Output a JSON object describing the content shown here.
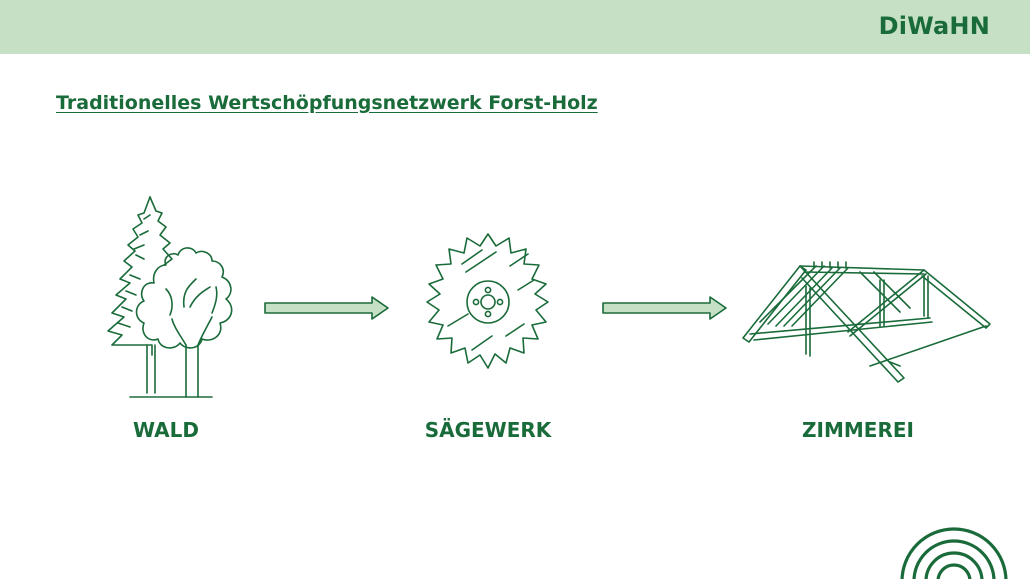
{
  "header": {
    "brand": "DiWaHN"
  },
  "page": {
    "title": "Traditionelles Wertschöpfungsnetzwerk Forst-Holz"
  },
  "diagram": {
    "steps": [
      {
        "label": "WALD",
        "icon": "forest-icon"
      },
      {
        "label": "SÄGEWERK",
        "icon": "saw-blade-icon"
      },
      {
        "label": "ZIMMEREI",
        "icon": "roof-truss-icon"
      }
    ],
    "connectors": [
      "arrow-right-icon",
      "arrow-right-icon"
    ]
  },
  "colors": {
    "brand_green": "#1a6b3a",
    "header_bg": "#c5e0c5",
    "arrow_fill": "#c5e0c5"
  }
}
